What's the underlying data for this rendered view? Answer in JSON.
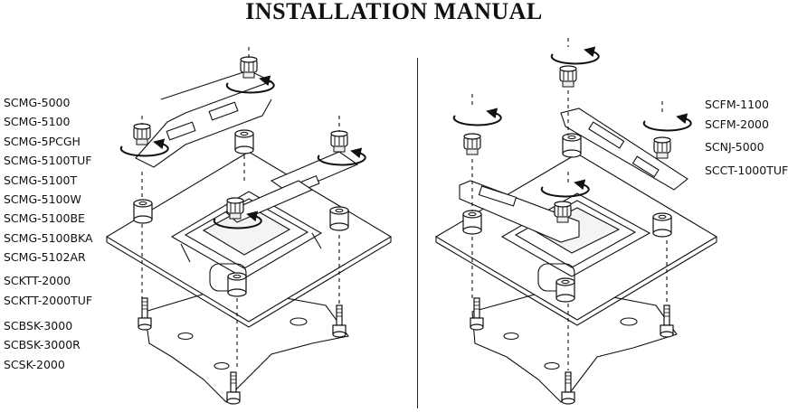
{
  "title": "INSTALLATION MANUAL",
  "left_models": [
    "SCMG-5000",
    "SCMG-5100",
    "SCMG-5PCGH",
    "SCMG-5100TUF",
    "SCMG-5100T",
    "SCMG-5100W",
    "SCMG-5100BE",
    "SCMG-5100BKA",
    "SCMG-5102AR",
    "SCKTT-2000",
    "SCKTT-2000TUF",
    "SCBSK-3000",
    "SCBSK-3000R",
    "SCSK-2000"
  ],
  "right_models": [
    "SCFM-1100",
    "SCFM-2000",
    "SCNJ-5000",
    "SCCT-1000TUF"
  ]
}
